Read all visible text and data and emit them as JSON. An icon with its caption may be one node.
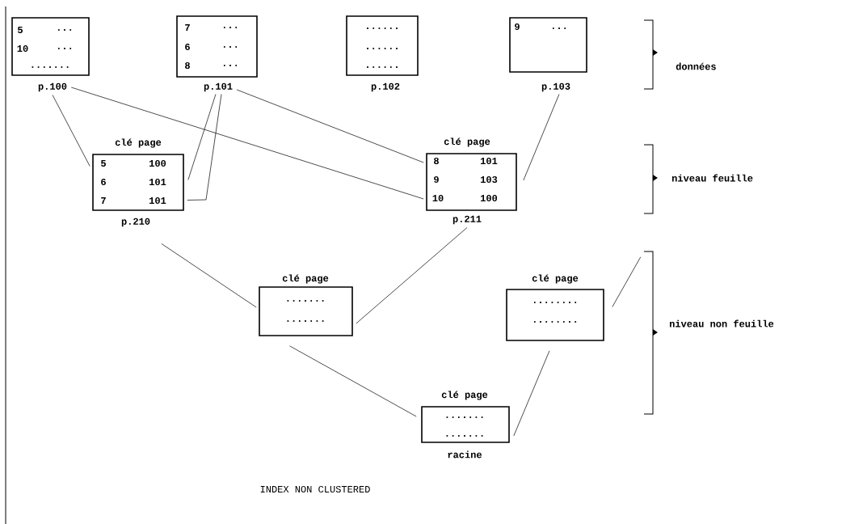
{
  "diagram": {
    "title": "INDEX NON CLUSTERED",
    "nodes": [
      {
        "text": [
          "5",
          "...",
          "10",
          "...",
          "......."
        ],
        "beside": [
          "p.100"
        ]
      },
      {
        "text": [
          "7",
          "...",
          "6",
          "...",
          "8",
          "..."
        ],
        "beside": [
          "p.101"
        ]
      },
      {
        "text": [
          "......",
          "......",
          "......"
        ],
        "beside": [
          "p.102"
        ]
      },
      {
        "text": [
          "9",
          "..."
        ],
        "beside": [
          "p.103"
        ]
      },
      {
        "text": [
          "clé page",
          "5",
          "100",
          "6",
          "101",
          "7",
          "101"
        ],
        "beside": [
          "p.210"
        ]
      },
      {
        "text": [
          "clé page",
          "8",
          "101",
          "9",
          "103",
          "10",
          "100"
        ],
        "beside": [
          "p.211"
        ]
      },
      {
        "text": [
          "clé page",
          ".......",
          "......."
        ]
      },
      {
        "text": [
          "clé page",
          "........",
          "........"
        ]
      },
      {
        "text": [
          "clé page",
          ".......",
          "......."
        ],
        "beside": [
          "racine"
        ]
      },
      {
        "text": [],
        "shape": "bracket"
      }
    ],
    "edges": [
      {
        "from": 0,
        "to": 4,
        "arrow": "none"
      },
      {
        "from": 0,
        "to": 5,
        "arrow": "none"
      },
      {
        "from": 1,
        "to": 4,
        "arrow": "none"
      },
      {
        "from": 1,
        "to": 4,
        "arrow": "none"
      },
      {
        "from": 1,
        "to": 5,
        "arrow": "none"
      },
      {
        "from": 3,
        "to": 5,
        "arrow": "none"
      },
      {
        "from": 4,
        "to": 6,
        "arrow": "none"
      },
      {
        "from": 5,
        "to": 6,
        "arrow": "none"
      },
      {
        "from": 6,
        "to": 8,
        "arrow": "none"
      },
      {
        "from": 7,
        "to": 8,
        "arrow": "none"
      },
      {
        "from": 7,
        "to": 9,
        "arrow": "none"
      }
    ],
    "labels": [
      "données",
      "niveau feuille",
      "niveau non feuille"
    ]
  }
}
